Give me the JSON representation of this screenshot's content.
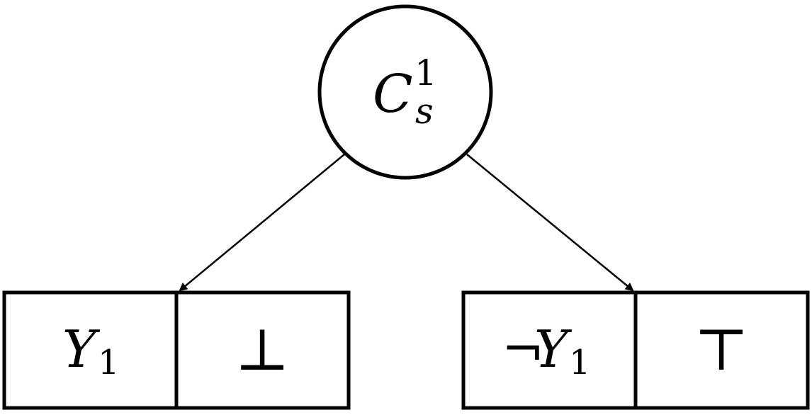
{
  "diagram": {
    "root": {
      "symbol": "C",
      "superscript": "1",
      "subscript": "s"
    },
    "children": [
      {
        "cells": [
          {
            "symbol": "Y",
            "subscript": "1"
          },
          {
            "text": "⊥"
          }
        ]
      },
      {
        "cells": [
          {
            "prefix": "¬",
            "symbol": "Y",
            "subscript": "1"
          },
          {
            "text": "⊤"
          }
        ]
      }
    ]
  }
}
